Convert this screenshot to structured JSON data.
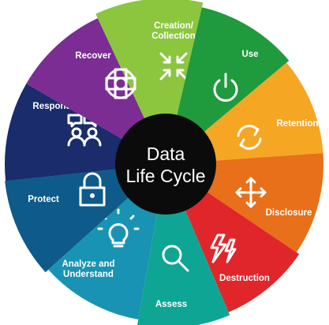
{
  "diagram": {
    "center": {
      "line1": "Data",
      "line2": "Life Cycle",
      "color": "#0b0b0b"
    },
    "segments": [
      {
        "id": "creation",
        "label_lines": [
          "Creation/",
          "Collection"
        ],
        "icon": "compress-arrows-icon",
        "color": "#8cc63f"
      },
      {
        "id": "use",
        "label_lines": [
          "Use"
        ],
        "icon": "power-icon",
        "color": "#1f9a3c"
      },
      {
        "id": "retention",
        "label_lines": [
          "Retention"
        ],
        "icon": "refresh-arrows-icon",
        "color": "#f5a623"
      },
      {
        "id": "disclosure",
        "label_lines": [
          "Disclosure"
        ],
        "icon": "expand-arrows-icon",
        "color": "#e8701a"
      },
      {
        "id": "destruction",
        "label_lines": [
          "Destruction"
        ],
        "icon": "lightning-icon",
        "color": "#e0262a"
      },
      {
        "id": "assess",
        "label_lines": [
          "Assess"
        ],
        "icon": "magnifier-icon",
        "color": "#0fa594"
      },
      {
        "id": "analyze",
        "label_lines": [
          "Analyze and",
          "Understand"
        ],
        "icon": "lightbulb-icon",
        "color": "#1993b3"
      },
      {
        "id": "protect",
        "label_lines": [
          "Protect"
        ],
        "icon": "padlock-icon",
        "color": "#0e5a8a"
      },
      {
        "id": "respond",
        "label_lines": [
          "Respond"
        ],
        "icon": "people-chat-icon",
        "color": "#1a2c6b"
      },
      {
        "id": "recover",
        "label_lines": [
          "Recover"
        ],
        "icon": "lifebuoy-icon",
        "color": "#7b2d94"
      }
    ]
  }
}
